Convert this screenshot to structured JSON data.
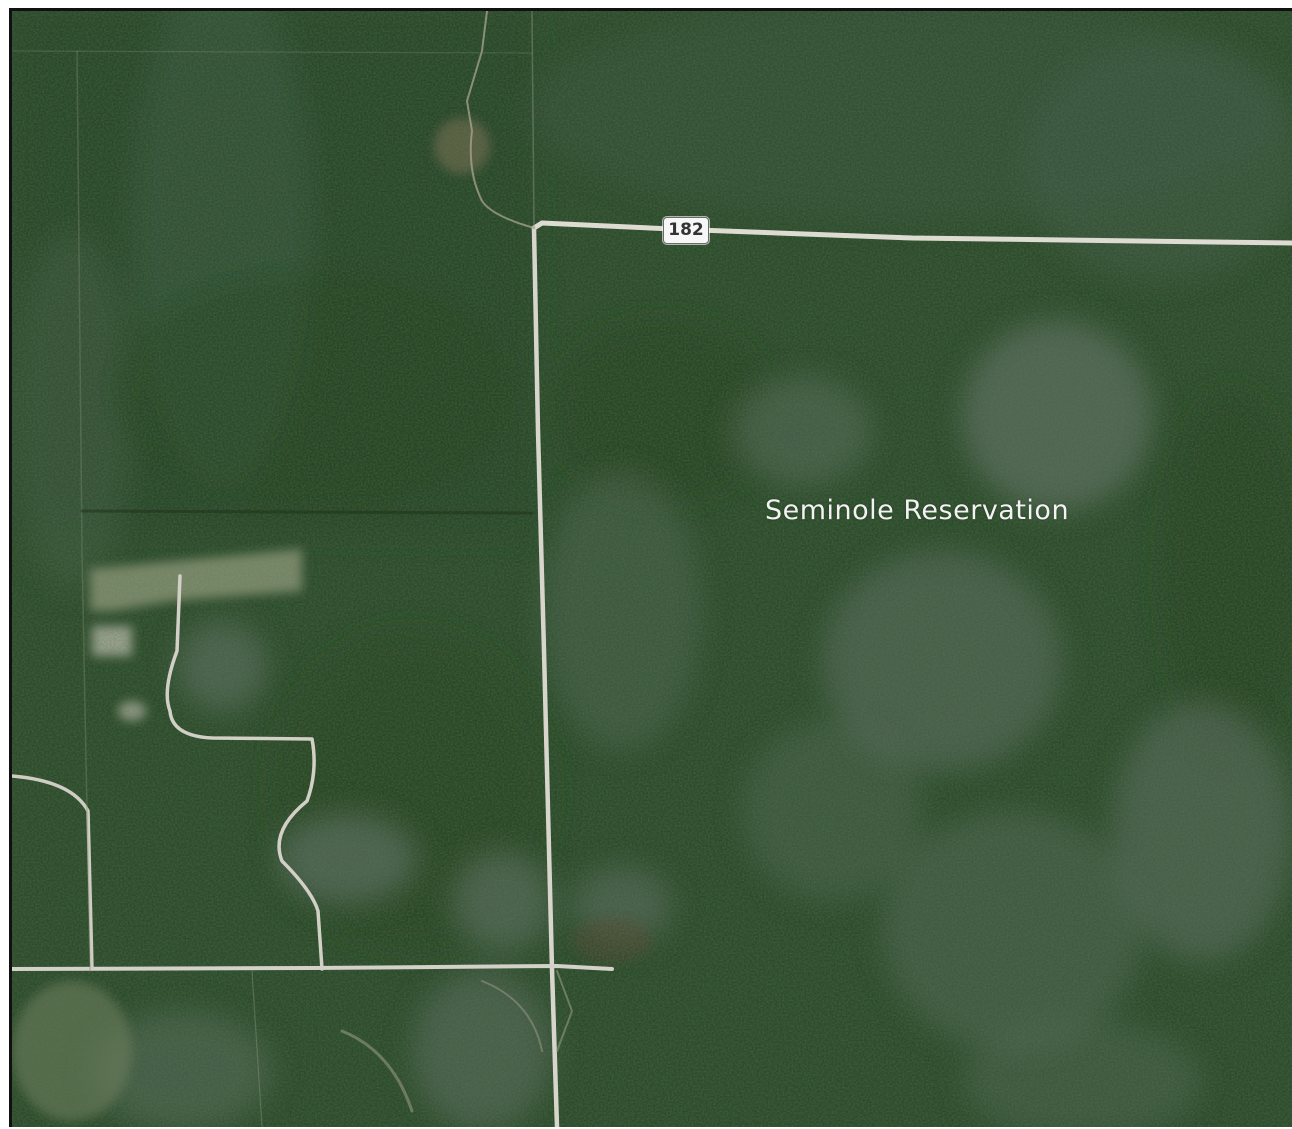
{
  "map": {
    "view": "satellite",
    "region_label": "Seminole Reservation",
    "route_shield": "182",
    "colors": {
      "forest": "#2c4a2a",
      "forest_dark": "#1f3a1f",
      "wetland": "#55665a",
      "clearing": "#8a9273",
      "road": "#d9d8cf"
    }
  }
}
